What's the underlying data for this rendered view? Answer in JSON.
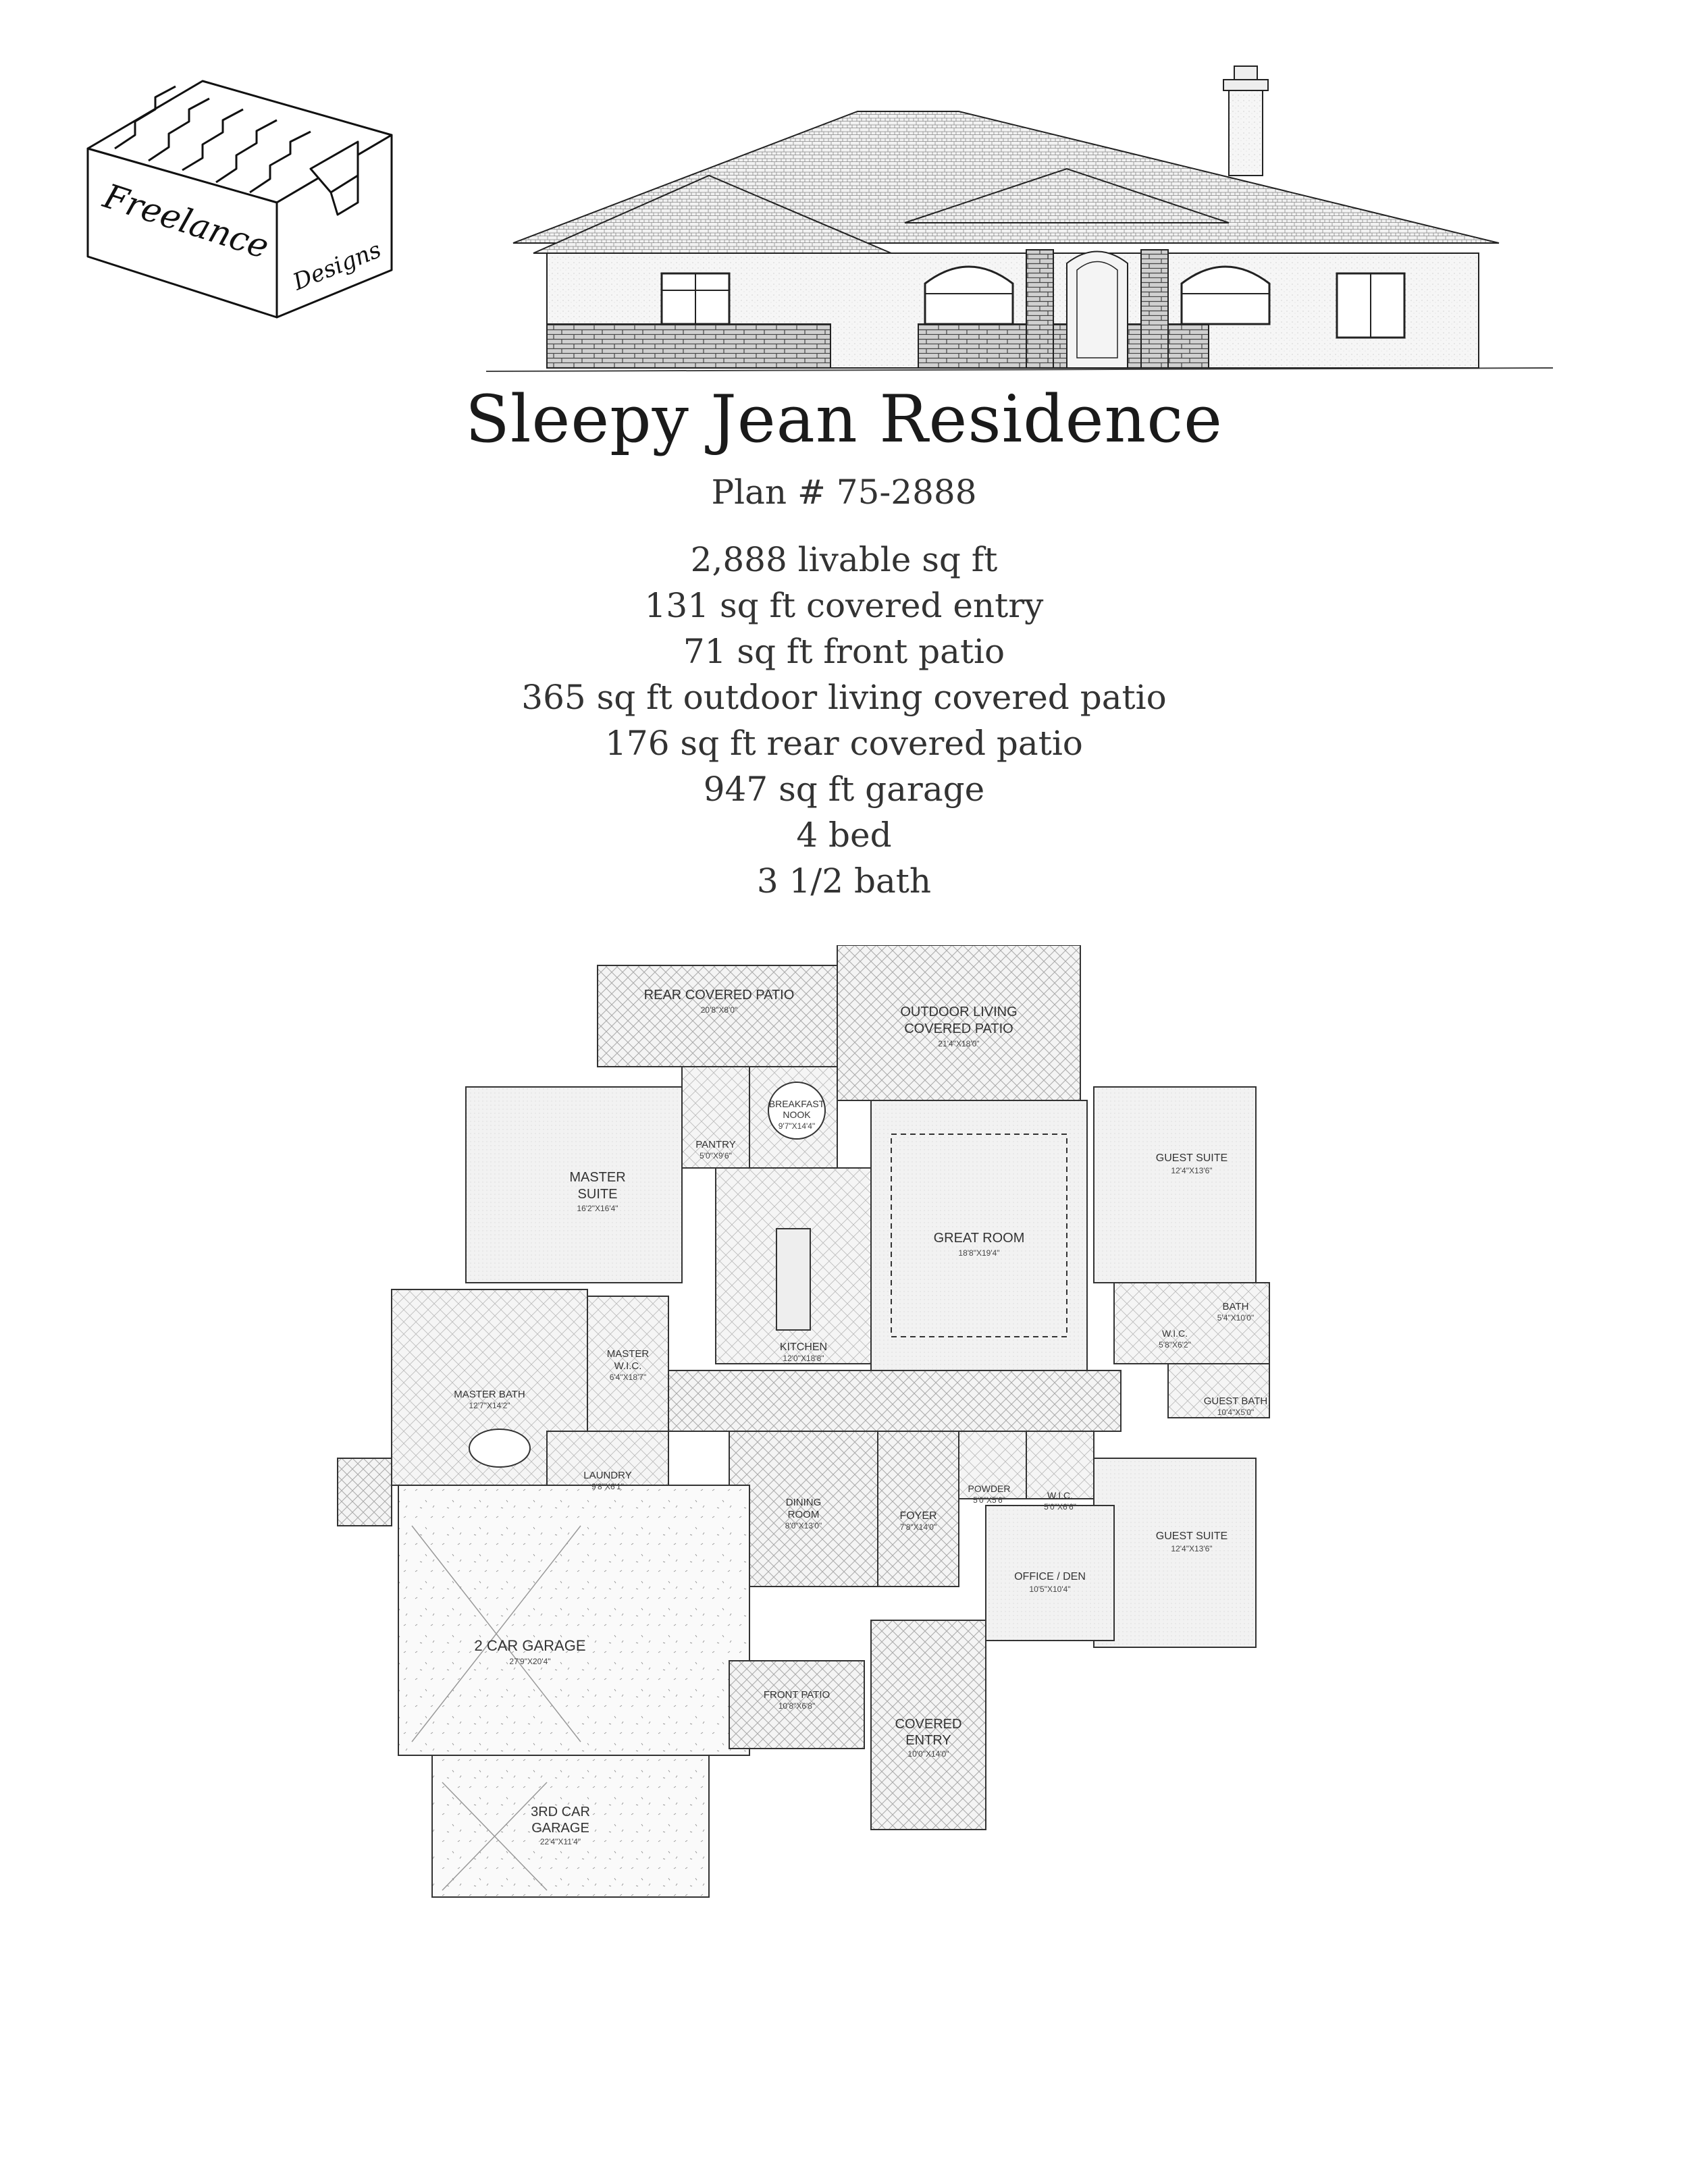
{
  "logo": {
    "word1": "Freelance",
    "word2": "Designs"
  },
  "title": "Sleepy Jean Residence",
  "plan_number": "Plan # 75-2888",
  "specs": [
    "2,888 livable sq ft",
    "131 sq ft covered entry",
    "71 sq ft front patio",
    "365 sq ft outdoor living covered patio",
    "176 sq ft rear covered patio",
    "947 sq ft garage",
    "4 bed",
    "3 1/2 bath"
  ],
  "rooms": {
    "rear_patio": {
      "name": "REAR COVERED PATIO",
      "dim": "20'8\"X8'0\""
    },
    "outdoor_living_1": {
      "name": "OUTDOOR LIVING",
      "name2": "COVERED PATIO",
      "dim": "21'4\"X18'0\""
    },
    "breakfast": {
      "name": "BREAKFAST",
      "name2": "NOOK",
      "dim": "9'7\"X14'4\""
    },
    "pantry": {
      "name": "PANTRY",
      "dim": "5'0\"X9'6\""
    },
    "master_suite": {
      "name": "MASTER",
      "name2": "SUITE",
      "dim": "16'2\"X16'4\""
    },
    "guest_suite_1": {
      "name": "GUEST SUITE",
      "dim": "12'4\"X13'6\""
    },
    "great_room": {
      "name": "GREAT ROOM",
      "dim": "18'8\"X19'4\""
    },
    "kitchen": {
      "name": "KITCHEN",
      "dim": "12'0\"X18'8\""
    },
    "bath": {
      "name": "BATH",
      "dim": "5'4\"X10'0\""
    },
    "wic_guest": {
      "name": "W.I.C.",
      "dim": "5'8\"X6'2\""
    },
    "master_wic": {
      "name": "MASTER",
      "name2": "W.I.C.",
      "dim": "6'4\"X18'7\""
    },
    "master_bath": {
      "name": "MASTER BATH",
      "dim": "12'7\"X14'2\""
    },
    "guest_bath": {
      "name": "GUEST BATH",
      "dim": "10'4\"X5'0\""
    },
    "laundry": {
      "name": "LAUNDRY",
      "dim": "9'8\"X6'1\""
    },
    "powder": {
      "name": "POWDER",
      "dim": "5'0\"X5'6\""
    },
    "wic_2": {
      "name": "W.I.C.",
      "dim": "5'0\"X6'6\""
    },
    "dining": {
      "name": "DINING",
      "name2": "ROOM",
      "dim": "8'0\"X13'0\""
    },
    "foyer": {
      "name": "FOYER",
      "dim": "7'8\"X14'0\""
    },
    "guest_suite_2": {
      "name": "GUEST SUITE",
      "dim": "12'4\"X13'6\""
    },
    "office": {
      "name": "OFFICE / DEN",
      "dim": "10'5\"X10'4\""
    },
    "garage2": {
      "name": "2 CAR GARAGE",
      "dim": "27'9\"X20'4\""
    },
    "front_patio": {
      "name": "FRONT PATIO",
      "dim": "10'8\"X6'8\""
    },
    "covered_entry": {
      "name": "COVERED",
      "name2": "ENTRY",
      "dim": "10'0\"X14'0\""
    },
    "garage3": {
      "name": "3RD CAR",
      "name2": "GARAGE",
      "dim": "22'4\"X11'4\""
    }
  }
}
